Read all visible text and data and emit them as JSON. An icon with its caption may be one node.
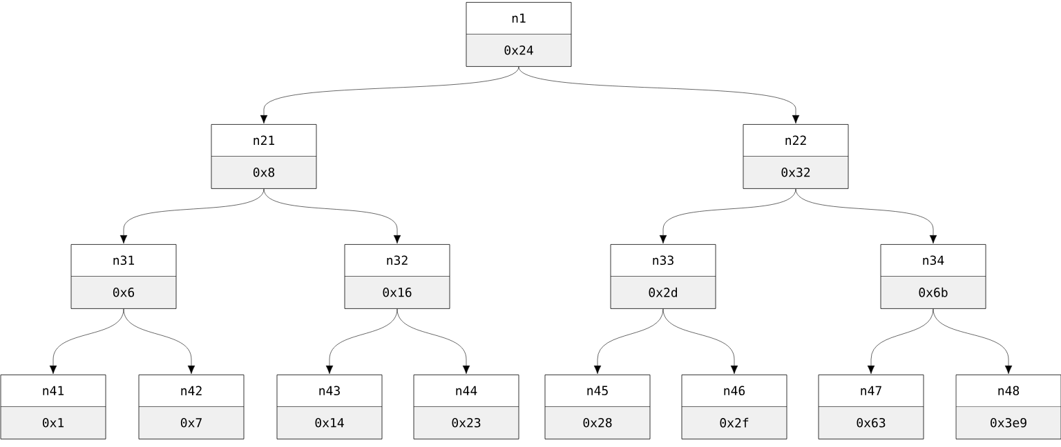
{
  "diagram": {
    "nodes": [
      {
        "text": [
          "n1",
          "0x24"
        ]
      },
      {
        "text": [
          "n21",
          "0x8"
        ]
      },
      {
        "text": [
          "n22",
          "0x32"
        ]
      },
      {
        "text": [
          "n31",
          "0x6"
        ]
      },
      {
        "text": [
          "n32",
          "0x16"
        ]
      },
      {
        "text": [
          "n33",
          "0x2d"
        ]
      },
      {
        "text": [
          "n34",
          "0x6b"
        ]
      },
      {
        "text": [
          "n41",
          "0x1"
        ]
      },
      {
        "text": [
          "n42",
          "0x7"
        ]
      },
      {
        "text": [
          "n43",
          "0x14"
        ]
      },
      {
        "text": [
          "n44",
          "0x23"
        ]
      },
      {
        "text": [
          "n45",
          "0x28"
        ]
      },
      {
        "text": [
          "n46",
          "0x2f"
        ]
      },
      {
        "text": [
          "n47",
          "0x63"
        ]
      },
      {
        "text": [
          "n48",
          "0x3e9"
        ]
      }
    ],
    "edges": [
      {
        "from": 0,
        "to": 1,
        "arrow": "to"
      },
      {
        "from": 0,
        "to": 2,
        "arrow": "to"
      },
      {
        "from": 1,
        "to": 3,
        "arrow": "to"
      },
      {
        "from": 1,
        "to": 4,
        "arrow": "to"
      },
      {
        "from": 2,
        "to": 5,
        "arrow": "to"
      },
      {
        "from": 2,
        "to": 6,
        "arrow": "to"
      },
      {
        "from": 3,
        "to": 7,
        "arrow": "to"
      },
      {
        "from": 3,
        "to": 8,
        "arrow": "to"
      },
      {
        "from": 4,
        "to": 9,
        "arrow": "to"
      },
      {
        "from": 4,
        "to": 10,
        "arrow": "to"
      },
      {
        "from": 5,
        "to": 11,
        "arrow": "to"
      },
      {
        "from": 5,
        "to": 12,
        "arrow": "to"
      },
      {
        "from": 6,
        "to": 13,
        "arrow": "to"
      },
      {
        "from": 6,
        "to": 14,
        "arrow": "to"
      }
    ]
  }
}
